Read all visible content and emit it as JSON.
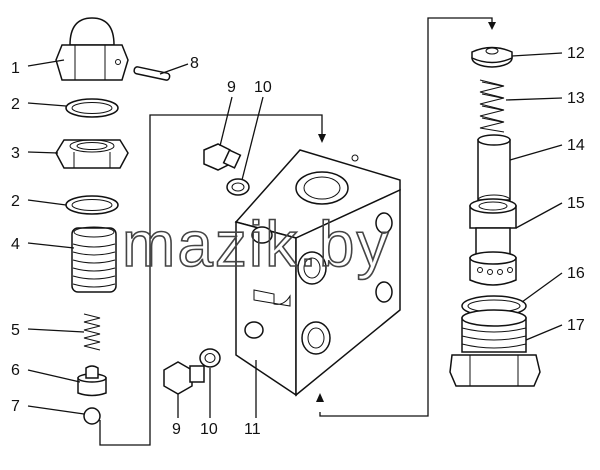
{
  "watermark": "mazik.by",
  "callouts": [
    {
      "id": "1",
      "label": "1"
    },
    {
      "id": "2a",
      "label": "2"
    },
    {
      "id": "3",
      "label": "3"
    },
    {
      "id": "2b",
      "label": "2"
    },
    {
      "id": "4",
      "label": "4"
    },
    {
      "id": "5",
      "label": "5"
    },
    {
      "id": "6",
      "label": "6"
    },
    {
      "id": "7",
      "label": "7"
    },
    {
      "id": "8",
      "label": "8"
    },
    {
      "id": "9a",
      "label": "9"
    },
    {
      "id": "10a",
      "label": "10"
    },
    {
      "id": "9b",
      "label": "9"
    },
    {
      "id": "10b",
      "label": "10"
    },
    {
      "id": "11",
      "label": "11"
    },
    {
      "id": "12",
      "label": "12"
    },
    {
      "id": "13",
      "label": "13"
    },
    {
      "id": "14",
      "label": "14"
    },
    {
      "id": "15",
      "label": "15"
    },
    {
      "id": "16",
      "label": "16"
    },
    {
      "id": "17",
      "label": "17"
    }
  ]
}
